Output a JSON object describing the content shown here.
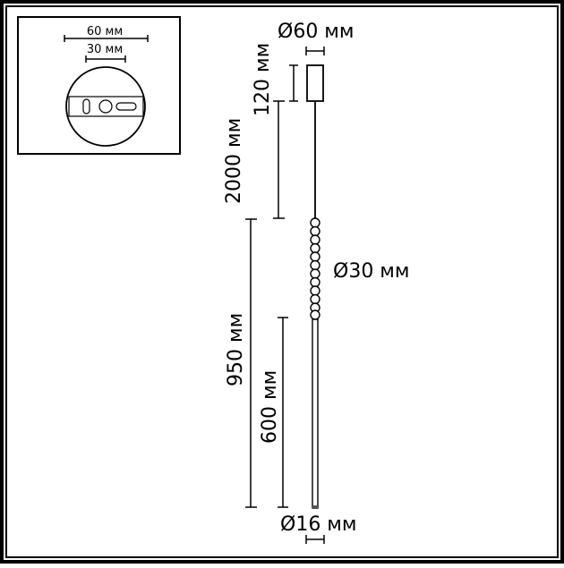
{
  "diagram": {
    "type": "pendant-lamp-dimension-drawing",
    "colors": {
      "line": "#000000",
      "background": "#ffffff"
    },
    "inset": {
      "title": "canopy-top-view",
      "outer_width_label": "60 мм",
      "inner_width_label": "30 мм"
    },
    "dimensions": {
      "canopy_diameter": "Ø60 мм",
      "canopy_height": "120 мм",
      "cable_length": "2000 мм",
      "lamp_length": "950 мм",
      "rod_length": "600 мм",
      "bead_diameter": "Ø30 мм",
      "rod_diameter": "Ø16 мм"
    },
    "bead_count": 12
  }
}
